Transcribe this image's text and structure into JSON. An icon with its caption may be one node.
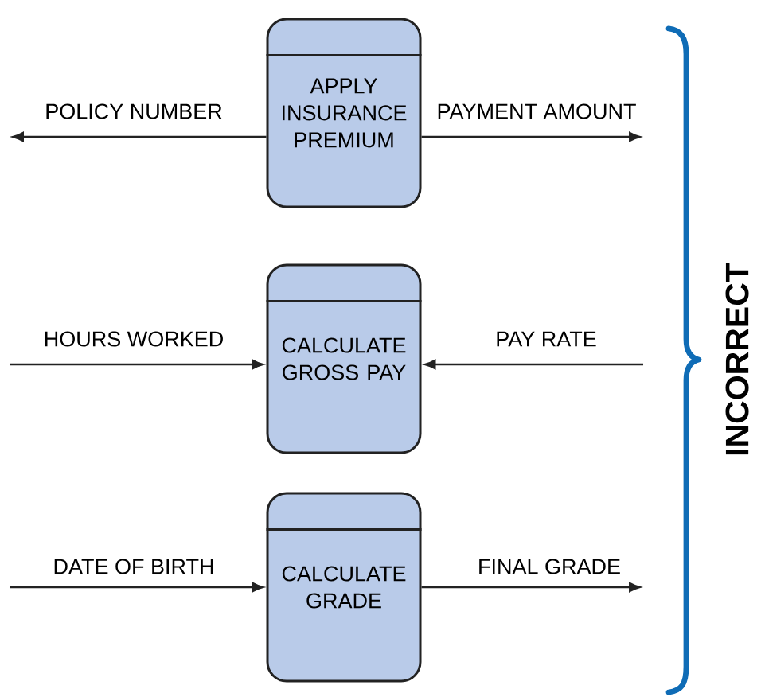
{
  "diagram": {
    "nodes": [
      {
        "text": [
          "APPLY INSURANCE PREMIUM"
        ]
      },
      {
        "text": [
          "CALCULATE GROSS PAY"
        ]
      },
      {
        "text": [
          "CALCULATE GRADE"
        ]
      }
    ],
    "edges": [
      {
        "from": 0,
        "to": null,
        "arrow": "to",
        "label": "POLICY NUMBER"
      },
      {
        "from": 0,
        "to": null,
        "arrow": "to",
        "label": "PAYMENT AMOUNT"
      },
      {
        "from": null,
        "to": 1,
        "arrow": "to",
        "label": "HOURS WORKED"
      },
      {
        "from": null,
        "to": 1,
        "arrow": "to",
        "label": "PAY RATE"
      },
      {
        "from": null,
        "to": 2,
        "arrow": "to",
        "label": "DATE OF BIRTH"
      },
      {
        "from": 2,
        "to": null,
        "arrow": "to",
        "label": "FINAL GRADE"
      }
    ],
    "labels": [
      "INCORRECT"
    ]
  }
}
